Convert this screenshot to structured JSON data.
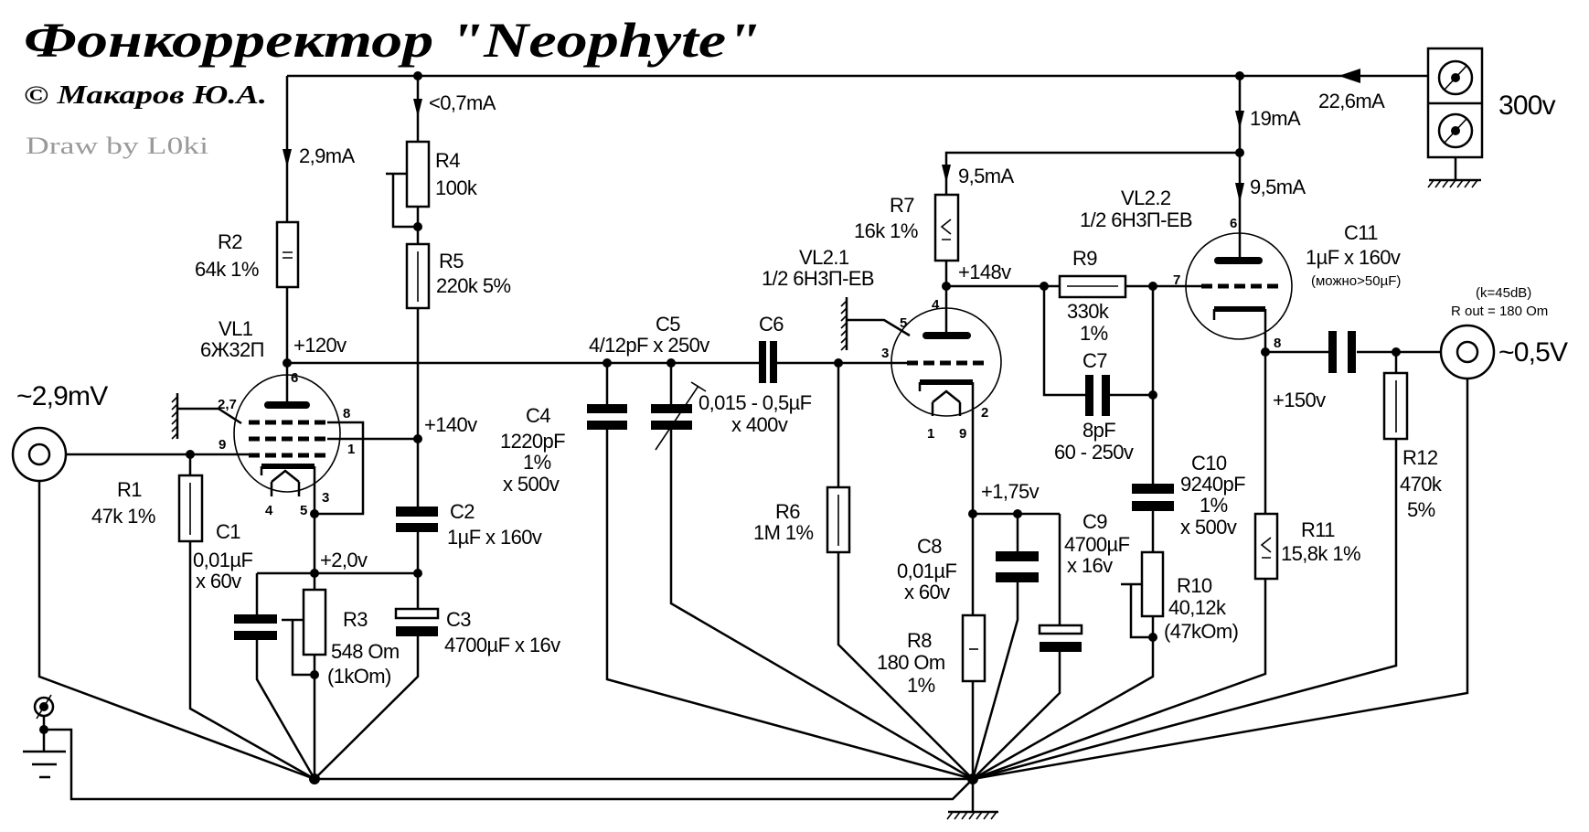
{
  "title": "Фонкорректор \"Neophyte\"",
  "copyright": "© Макаров Ю.А.",
  "credit": "Draw by L0ki",
  "supply": {
    "voltage": "300v",
    "current_total": "22,6mA"
  },
  "input": {
    "signal": "~2,9mV"
  },
  "output": {
    "signal": "~0,5V",
    "gain": "(k=45dB)",
    "r_out": "R out = 180 Om"
  },
  "currents": {
    "r2": "2,9mA",
    "r4": "<0,7mA",
    "vl2": "19mA",
    "r7": "9,5mA",
    "vl2_2": "9,5mA"
  },
  "voltages": {
    "vl1_anode": "+120v",
    "vl1_screen": "+140v",
    "vl1_cathode": "+2,0v",
    "vl2_1_anode": "+148v",
    "vl2_1_cathode": "+1,75v",
    "vl2_2_cathode": "+150v"
  },
  "tubes": {
    "vl1": {
      "name": "VL1",
      "type": "6Ж32П",
      "pins": {
        "p6": "6",
        "p27": "2,7",
        "p8": "8",
        "p9": "9",
        "p1": "1",
        "p4": "4",
        "p5": "5",
        "p3": "3"
      }
    },
    "vl2_1": {
      "name": "VL2.1",
      "type": "1/2 6Н3П-ЕВ",
      "pins": {
        "p4": "4",
        "p5": "5",
        "p3": "3",
        "p2": "2",
        "p1": "1",
        "p9": "9"
      }
    },
    "vl2_2": {
      "name": "VL2.2",
      "type": "1/2 6Н3П-ЕВ",
      "pins": {
        "p6": "6",
        "p7": "7",
        "p8": "8"
      }
    }
  },
  "components": {
    "r1": {
      "name": "R1",
      "value": "47k 1%"
    },
    "r2": {
      "name": "R2",
      "value": "64k 1%"
    },
    "r3": {
      "name": "R3",
      "value": "548 Om",
      "nominal": "(1kOm)"
    },
    "r4": {
      "name": "R4",
      "value": "100k"
    },
    "r5": {
      "name": "R5",
      "value": "220k 5%"
    },
    "r6": {
      "name": "R6",
      "value": "1M 1%"
    },
    "r7": {
      "name": "R7",
      "value": "16k 1%"
    },
    "r8": {
      "name": "R8",
      "value": "180 Om",
      "tol": "1%"
    },
    "r9": {
      "name": "R9",
      "value": "330k",
      "tol": "1%"
    },
    "r10": {
      "name": "R10",
      "value": "40,12k",
      "nominal": "(47kOm)"
    },
    "r11": {
      "name": "R11",
      "value": "15,8k 1%"
    },
    "r12": {
      "name": "R12",
      "value": "470k",
      "tol": "5%"
    },
    "c1": {
      "name": "C1",
      "value": "0,01µF",
      "voltage": "x 60v"
    },
    "c2": {
      "name": "C2",
      "value": "1µF x 160v"
    },
    "c3": {
      "name": "C3",
      "value": "4700µF x 16v"
    },
    "c4": {
      "name": "C4",
      "value": "1220pF",
      "tol": "1%",
      "voltage": "x 500v"
    },
    "c5": {
      "name": "C5",
      "value": "4/12pF x 250v"
    },
    "c6": {
      "name": "C6",
      "value": "0,015 - 0,5µF",
      "voltage": "x 400v"
    },
    "c7": {
      "name": "C7",
      "value": "8pF",
      "voltage": "60 - 250v"
    },
    "c8": {
      "name": "C8",
      "value": "0,01µF",
      "voltage": "x 60v"
    },
    "c9": {
      "name": "C9",
      "value": "4700µF",
      "voltage": "x 16v"
    },
    "c10": {
      "name": "C10",
      "value": "9240pF",
      "tol": "1%",
      "voltage": "x 500v"
    },
    "c11": {
      "name": "C11",
      "value": "1µF x 160v",
      "note": "(можно>50µF)"
    }
  }
}
